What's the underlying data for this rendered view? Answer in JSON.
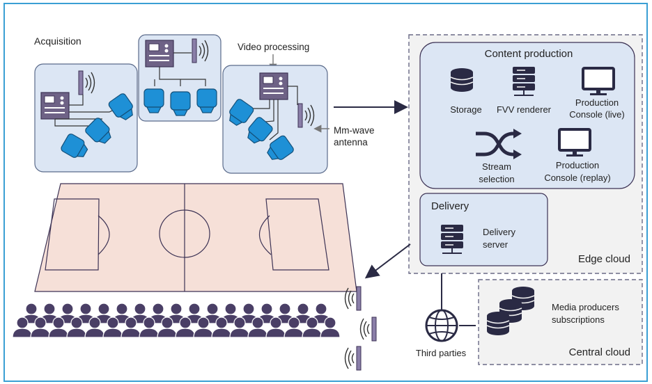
{
  "labels": {
    "acquisition": "Acquisition",
    "video_processing": "Video processing",
    "mmwave_line1": "Mm-wave",
    "mmwave_line2": "antenna",
    "content_production": "Content production",
    "storage": "Storage",
    "fvv_renderer": "FVV renderer",
    "production_console_live_line1": "Production",
    "production_console_live_line2": "Console (live)",
    "stream_selection_line1": "Stream",
    "stream_selection_line2": "selection",
    "production_console_replay_line1": "Production",
    "production_console_replay_line2": "Console (replay)",
    "delivery": "Delivery",
    "delivery_server_line1": "Delivery",
    "delivery_server_line2": "server",
    "edge_cloud": "Edge cloud",
    "media_producers_line1": "Media producers",
    "media_producers_line2": "subscriptions",
    "central_cloud": "Central cloud",
    "third_parties": "Third parties"
  },
  "colors": {
    "frame_border": "#3a9fd4",
    "acquisition_box_fill": "#dce6f4",
    "camera_fill": "#1e90d6",
    "processing_unit_fill": "#6e6286",
    "content_box_fill": "#dce6f4",
    "field_fill": "#f6e0d8",
    "crowd_fill": "#4a3f66",
    "icon_dark": "#2a2a44",
    "cloud_panel_fill": "#f2f2f2"
  }
}
